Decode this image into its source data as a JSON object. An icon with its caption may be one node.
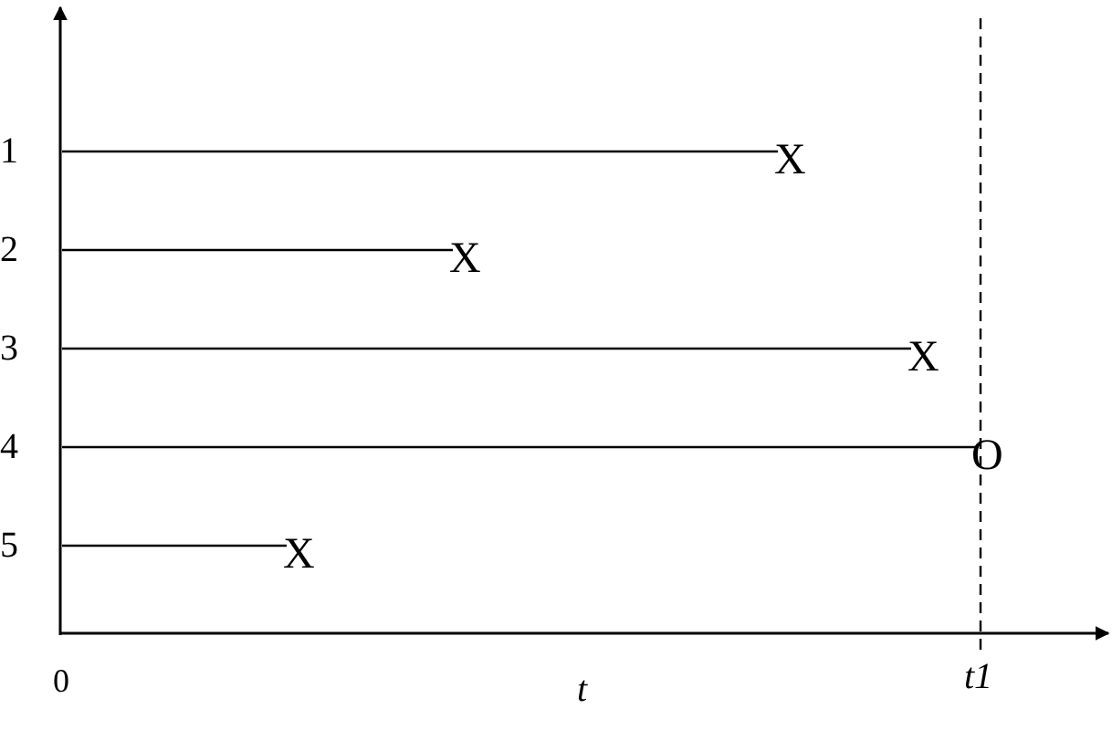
{
  "diagram": {
    "nodes": [
      {
        "text": [
          "1"
        ]
      },
      {
        "text": [
          "2"
        ]
      },
      {
        "text": [
          "3"
        ]
      },
      {
        "text": [
          "4"
        ]
      },
      {
        "text": [
          "5"
        ]
      },
      {
        "text": [
          "X"
        ]
      },
      {
        "text": [
          "X"
        ]
      },
      {
        "text": [
          "X"
        ]
      },
      {
        "text": [
          "O"
        ]
      },
      {
        "text": [
          "X"
        ]
      }
    ],
    "edges": [
      {
        "from": 0,
        "to": 5,
        "arrow": "none"
      },
      {
        "from": 1,
        "to": 6,
        "arrow": "none"
      },
      {
        "from": 2,
        "to": 7,
        "arrow": "none"
      },
      {
        "from": 3,
        "to": 8,
        "arrow": "none"
      },
      {
        "from": 4,
        "to": 9,
        "arrow": "none"
      }
    ],
    "labels": [
      "0",
      "t",
      "t1"
    ]
  }
}
